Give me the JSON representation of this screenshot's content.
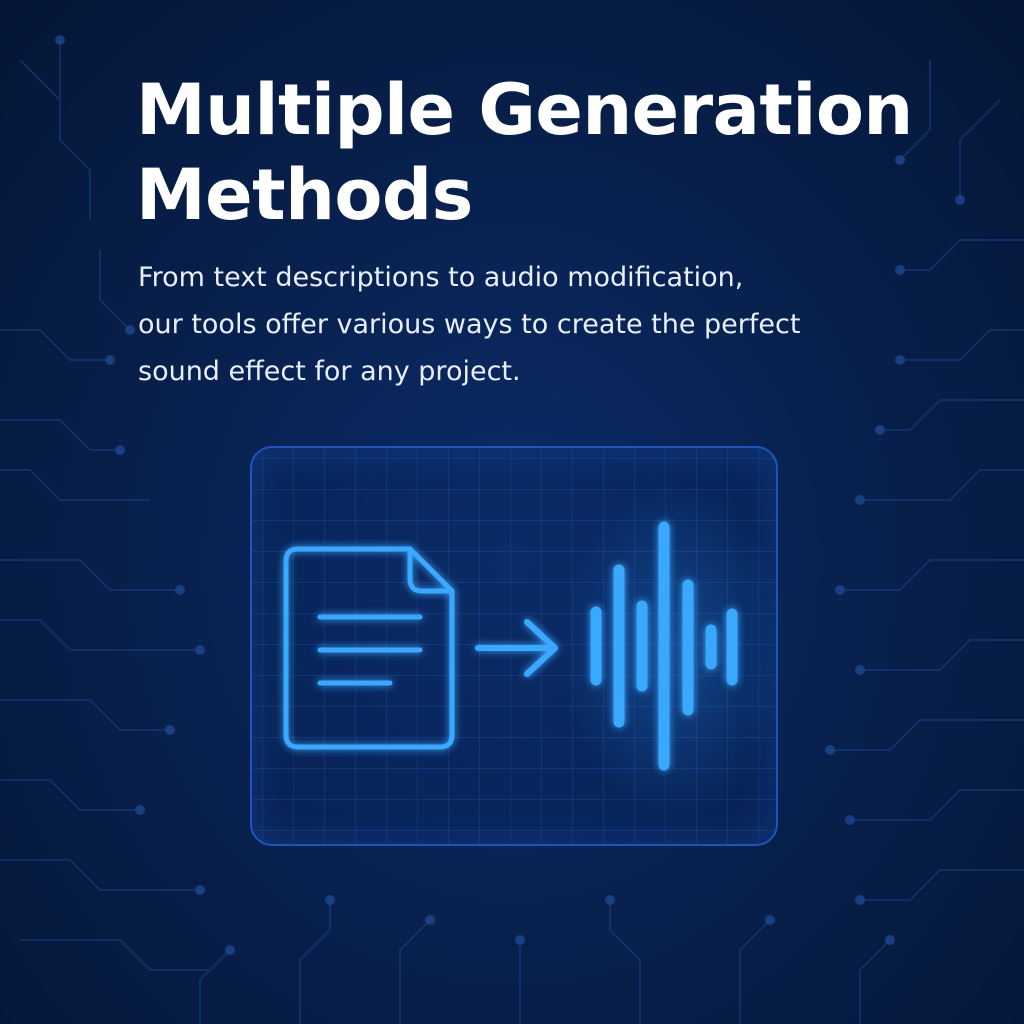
{
  "header": {
    "title_line1": "Multiple Generation",
    "title_line2": "Methods"
  },
  "description": {
    "line1": "From text descriptions to audio modification,",
    "line2": "our tools offer various ways to create the perfect",
    "line3": "sound effect for any project."
  },
  "illustration": {
    "source_icon": "document-icon",
    "connector_icon": "arrow-right-icon",
    "target_icon": "sound-wave-icon"
  },
  "colors": {
    "background": "#071a3e",
    "accent": "#3aa8ff",
    "accent_glow": "#1f8cff",
    "panel_border": "#1f55b8",
    "text": "#ffffff"
  }
}
